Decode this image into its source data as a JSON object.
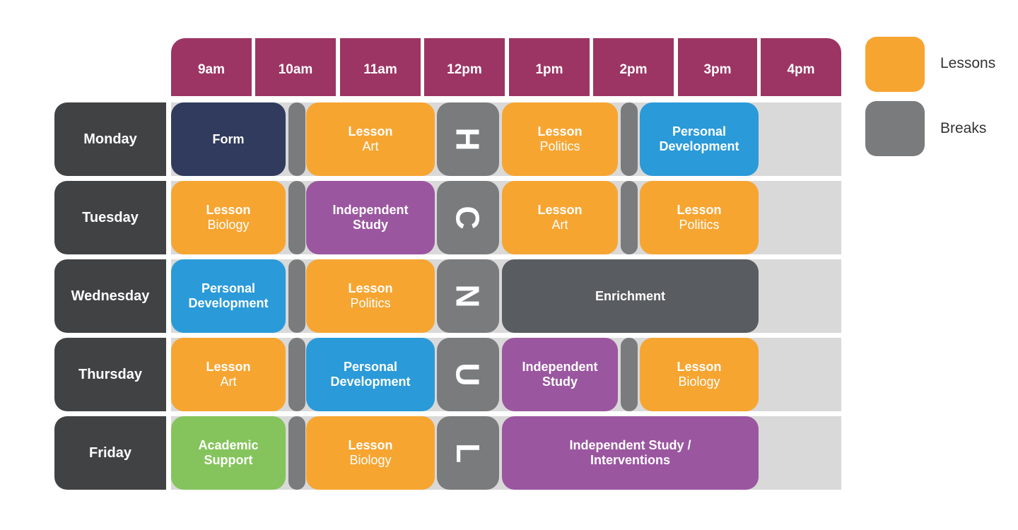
{
  "colors": {
    "header": "#9c3564",
    "day": "#414244",
    "form": "#313b5e",
    "lesson": "#f7a531",
    "independent": "#9b56a0",
    "personal": "#2a9ad9",
    "enrichment": "#595c60",
    "academic": "#85c45c",
    "break": "#7a7b7d",
    "background": "#d9d9d9"
  },
  "times": [
    "9am",
    "10am",
    "11am",
    "12pm",
    "1pm",
    "2pm",
    "3pm",
    "4pm"
  ],
  "lunch_letters": [
    "L",
    "U",
    "N",
    "C",
    "H"
  ],
  "legend": [
    {
      "label": "Lessons",
      "color": "#f7a531"
    },
    {
      "label": "Breaks",
      "color": "#7a7b7d"
    }
  ],
  "days": [
    {
      "name": "Monday",
      "blocks": [
        {
          "l1": "Form",
          "l2": "",
          "color": "#313b5e"
        },
        {
          "l1": "Lesson",
          "l2": "Art",
          "color": "#f7a531"
        },
        {
          "l1": "Lesson",
          "l2": "Politics",
          "color": "#f7a531"
        },
        {
          "l1": "Personal",
          "l2": "Development",
          "color": "#2a9ad9",
          "bold2": true
        }
      ]
    },
    {
      "name": "Tuesday",
      "blocks": [
        {
          "l1": "Lesson",
          "l2": "Biology",
          "color": "#f7a531"
        },
        {
          "l1": "Independent",
          "l2": "Study",
          "color": "#9b56a0",
          "bold2": true
        },
        {
          "l1": "Lesson",
          "l2": "Art",
          "color": "#f7a531"
        },
        {
          "l1": "Lesson",
          "l2": "Politics",
          "color": "#f7a531"
        }
      ]
    },
    {
      "name": "Wednesday",
      "blocks": [
        {
          "l1": "Personal",
          "l2": "Development",
          "color": "#2a9ad9",
          "bold2": true
        },
        {
          "l1": "Lesson",
          "l2": "Politics",
          "color": "#f7a531"
        },
        {
          "l1": "Enrichment",
          "l2": "",
          "color": "#595c60"
        }
      ]
    },
    {
      "name": "Thursday",
      "blocks": [
        {
          "l1": "Lesson",
          "l2": "Art",
          "color": "#f7a531"
        },
        {
          "l1": "Personal",
          "l2": "Development",
          "color": "#2a9ad9",
          "bold2": true
        },
        {
          "l1": "Independent",
          "l2": "Study",
          "color": "#9b56a0",
          "bold2": true
        },
        {
          "l1": "Lesson",
          "l2": "Biology",
          "color": "#f7a531"
        }
      ]
    },
    {
      "name": "Friday",
      "blocks": [
        {
          "l1": "Academic",
          "l2": "Support",
          "color": "#85c45c",
          "bold2": true
        },
        {
          "l1": "Lesson",
          "l2": "Biology",
          "color": "#f7a531"
        },
        {
          "l1": "Independent Study /",
          "l2": "Interventions",
          "color": "#9b56a0",
          "bold2": true
        }
      ]
    }
  ]
}
